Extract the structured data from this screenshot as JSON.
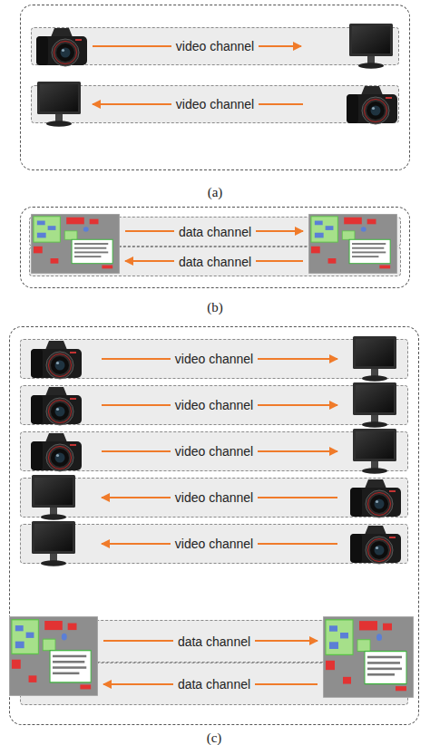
{
  "diagram": {
    "nodes": [
      {
        "text": [
          "(a)"
        ]
      },
      {
        "text": [
          "video channel"
        ],
        "in": 0
      },
      {
        "text": [
          "video channel"
        ],
        "in": 0
      },
      {
        "text": [
          "(b)"
        ]
      },
      {
        "text": [
          "data channel"
        ],
        "in": 3
      },
      {
        "text": [
          "data channel"
        ],
        "in": 3
      },
      {
        "text": [
          "(c)"
        ]
      },
      {
        "text": [
          "video channel"
        ],
        "in": 6
      },
      {
        "text": [
          "video channel"
        ],
        "in": 6
      },
      {
        "text": [
          "video channel"
        ],
        "in": 6
      },
      {
        "text": [
          "video channel"
        ],
        "in": 6
      },
      {
        "text": [
          "video channel"
        ],
        "in": 6
      },
      {
        "text": [
          "data channel"
        ],
        "in": 6
      },
      {
        "text": [
          "data channel"
        ],
        "in": 6
      }
    ]
  }
}
